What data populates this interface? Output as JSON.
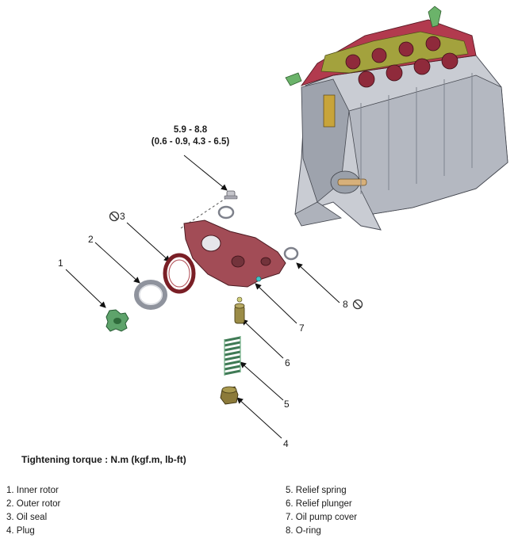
{
  "torque": {
    "value_nm": "5.9 - 8.8",
    "value_alt": "(0.6 - 0.9, 4.3 - 6.5)"
  },
  "callouts": [
    "1",
    "2",
    "3",
    "4",
    "5",
    "6",
    "7",
    "8"
  ],
  "tightening_label": "Tightening torque : N.m (kgf.m, lb-ft)",
  "legend": {
    "left": [
      "1. Inner rotor",
      "2. Outer rotor",
      "3. Oil seal",
      "4. Plug"
    ],
    "right": [
      "5. Relief spring",
      "6. Relief plunger",
      "7. Oil pump cover",
      "8. O-ring"
    ]
  },
  "icons": [
    "no-reuse-icon"
  ],
  "colors": {
    "engine_block": "#c9ccd3",
    "cylinder_head_gasket": "#b23a4e",
    "pump_cover": "#a24c56",
    "oil_seal": "#7a1f26",
    "rotor": "#4e8f5c",
    "spring": "#5f9a73",
    "plug": "#8c7a3a"
  }
}
